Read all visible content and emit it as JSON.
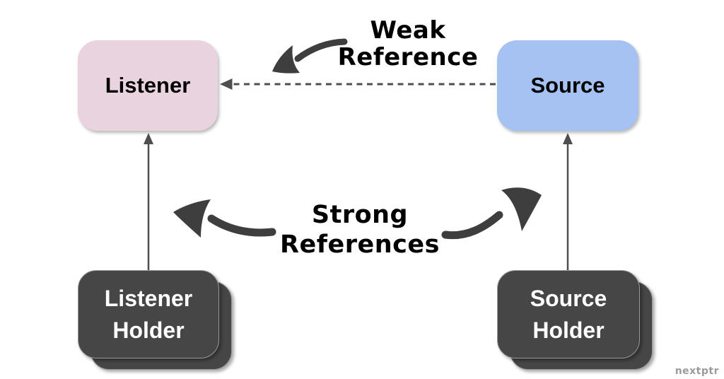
{
  "nodes": {
    "listener": {
      "label": "Listener"
    },
    "source": {
      "label": "Source"
    },
    "listener_holder": {
      "line1": "Listener",
      "line2": "Holder"
    },
    "source_holder": {
      "line1": "Source",
      "line2": "Holder"
    }
  },
  "annotations": {
    "weak_reference": {
      "line1": "Weak",
      "line2": "Reference"
    },
    "strong_references": {
      "line1": "Strong",
      "line2": "References"
    }
  },
  "watermark": "nextptr",
  "colors": {
    "listener_bg": "#e9d3de",
    "source_bg": "#a5c2f2",
    "holder_bg": "#464646",
    "holder_text": "#ffffff",
    "annotation_text": "#000000",
    "hand_arrow": "#3e3e3e",
    "line_arrow": "#4e4e4e",
    "watermark_text": "#9b9b9b"
  }
}
